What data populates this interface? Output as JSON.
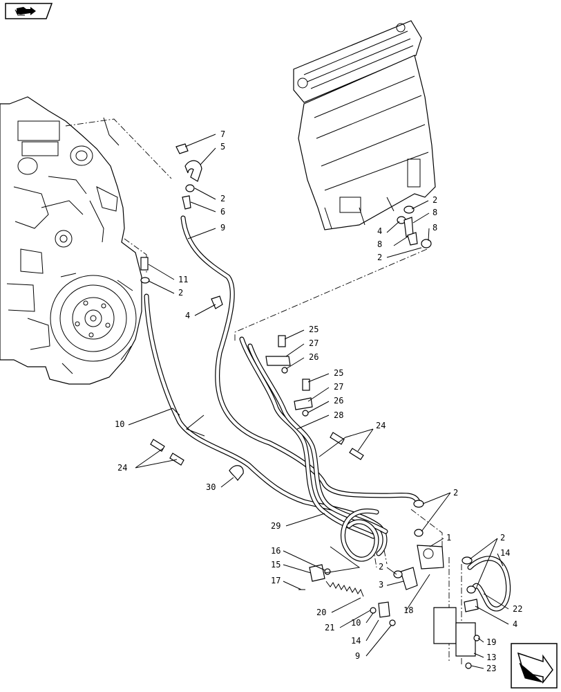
{
  "nav": {
    "top_left_icon": "book-arrow-icon",
    "bottom_right_icon": "next-page-arrow-icon"
  },
  "callouts": [
    {
      "id": "c7",
      "text": "7"
    },
    {
      "id": "c5",
      "text": "5"
    },
    {
      "id": "c2a",
      "text": "2"
    },
    {
      "id": "c6",
      "text": "6"
    },
    {
      "id": "c9a",
      "text": "9"
    },
    {
      "id": "c11",
      "text": "11"
    },
    {
      "id": "c2b",
      "text": "2"
    },
    {
      "id": "c4a",
      "text": "4"
    },
    {
      "id": "c2c",
      "text": "2"
    },
    {
      "id": "c4b",
      "text": "4"
    },
    {
      "id": "c8a",
      "text": "8"
    },
    {
      "id": "c8b",
      "text": "8"
    },
    {
      "id": "c8c",
      "text": "8"
    },
    {
      "id": "c2d",
      "text": "2"
    },
    {
      "id": "c25a",
      "text": "25"
    },
    {
      "id": "c27a",
      "text": "27"
    },
    {
      "id": "c26a",
      "text": "26"
    },
    {
      "id": "c25b",
      "text": "25"
    },
    {
      "id": "c27b",
      "text": "27"
    },
    {
      "id": "c26b",
      "text": "26"
    },
    {
      "id": "c28",
      "text": "28"
    },
    {
      "id": "c24a",
      "text": "24"
    },
    {
      "id": "c10a",
      "text": "10"
    },
    {
      "id": "c24b",
      "text": "24"
    },
    {
      "id": "c30",
      "text": "30"
    },
    {
      "id": "c2e",
      "text": "2"
    },
    {
      "id": "c29",
      "text": "29"
    },
    {
      "id": "c1",
      "text": "1"
    },
    {
      "id": "c2f",
      "text": "2"
    },
    {
      "id": "c14a",
      "text": "14"
    },
    {
      "id": "c16",
      "text": "16"
    },
    {
      "id": "c15",
      "text": "15"
    },
    {
      "id": "c17",
      "text": "17"
    },
    {
      "id": "c2g",
      "text": "2"
    },
    {
      "id": "c3",
      "text": "3"
    },
    {
      "id": "c22",
      "text": "22"
    },
    {
      "id": "c4c",
      "text": "4"
    },
    {
      "id": "c20",
      "text": "20"
    },
    {
      "id": "c18",
      "text": "18"
    },
    {
      "id": "c21",
      "text": "21"
    },
    {
      "id": "c10b",
      "text": "10"
    },
    {
      "id": "c14b",
      "text": "14"
    },
    {
      "id": "c9b",
      "text": "9"
    },
    {
      "id": "c19",
      "text": "19"
    },
    {
      "id": "c13",
      "text": "13"
    },
    {
      "id": "c23",
      "text": "23"
    }
  ]
}
